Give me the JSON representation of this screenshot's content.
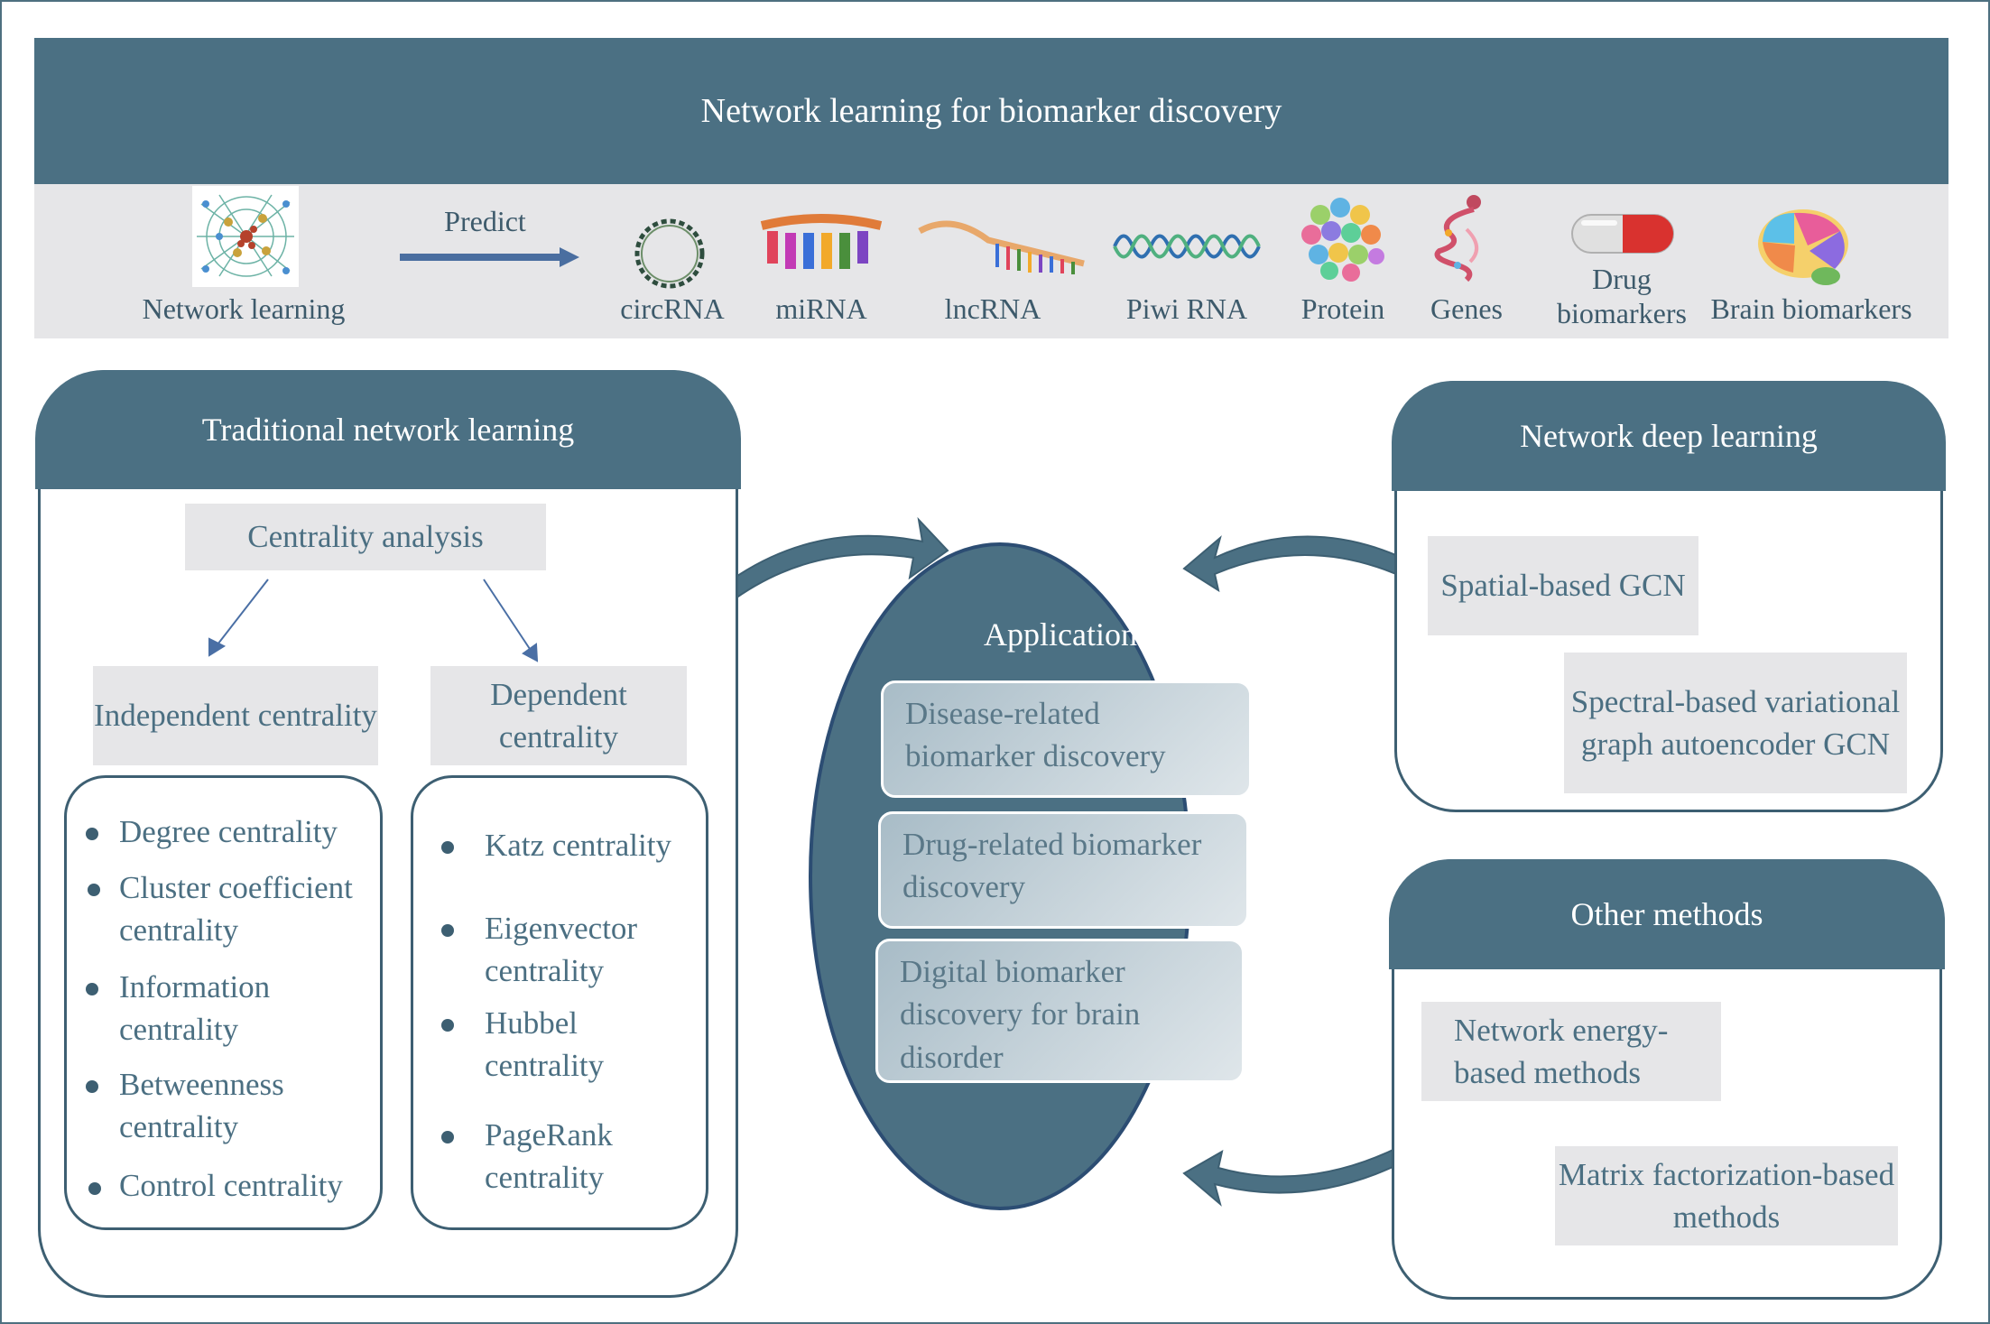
{
  "title": "Network learning for biomarker discovery",
  "top_strip": {
    "source_label": "Network learning",
    "arrow_label": "Predict",
    "targets": [
      "circRNA",
      "miRNA",
      "lncRNA",
      "Piwi RNA",
      "Protein",
      "Genes",
      "Drug biomarkers",
      "Brain biomarkers"
    ]
  },
  "traditional": {
    "heading": "Traditional network learning",
    "analysis": "Centrality analysis",
    "independent": {
      "heading": "Independent centrality",
      "items": [
        "Degree centrality",
        "Cluster coefficient centrality",
        "Information centrality",
        "Betweenness centrality",
        "Control centrality"
      ]
    },
    "dependent": {
      "heading": "Dependent centrality",
      "items": [
        "Katz centrality",
        "Eigenvector centrality",
        "Hubbel centrality",
        "PageRank centrality"
      ]
    }
  },
  "application": {
    "heading": "Application",
    "items": [
      "Disease-related biomarker discovery",
      "Drug-related biomarker discovery",
      "Digital biomarker discovery for brain disorder"
    ]
  },
  "deep": {
    "heading": "Network deep learning",
    "items": [
      "Spatial-based GCN",
      "Spectral-based variational graph autoencoder GCN"
    ]
  },
  "other": {
    "heading": "Other methods",
    "items": [
      "Network energy-based methods",
      "Matrix factorization-based methods"
    ]
  },
  "colors": {
    "primary": "#4b7083",
    "border": "#3d5f72",
    "gray_box": "#e6e6e8",
    "text": "#4b6f82",
    "arrow": "#4a6fa5"
  }
}
